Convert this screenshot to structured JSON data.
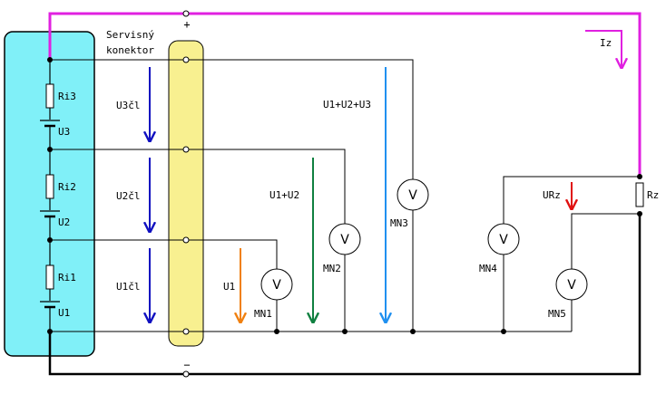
{
  "colors": {
    "wire": "#000000",
    "pink": "#e020e0",
    "cyan": "#80f0f8",
    "yellow": "#f8f090",
    "blue": "#1010c0",
    "orange": "#f08010",
    "green": "#108040",
    "lightblue": "#2090f0",
    "red": "#e01010"
  },
  "labels": {
    "connector_line1": "Servisný",
    "connector_line2": "konektor",
    "plus": "+",
    "minus": "−",
    "iz": "Iz",
    "ri3": "Ri3",
    "ri2": "Ri2",
    "ri1": "Ri1",
    "u3": "U3",
    "u2": "U2",
    "u1": "U1",
    "u3cl": "U3čl",
    "u2cl": "U2čl",
    "u1cl": "U1čl",
    "u1_arrow": "U1",
    "u12": "U1+U2",
    "u123": "U1+U2+U3",
    "urz": "URz",
    "rz": "Rz",
    "mn1": "MN1",
    "mn2": "MN2",
    "mn3": "MN3",
    "mn4": "MN4",
    "mn5": "MN5",
    "voltmeter_symbol": "V"
  }
}
